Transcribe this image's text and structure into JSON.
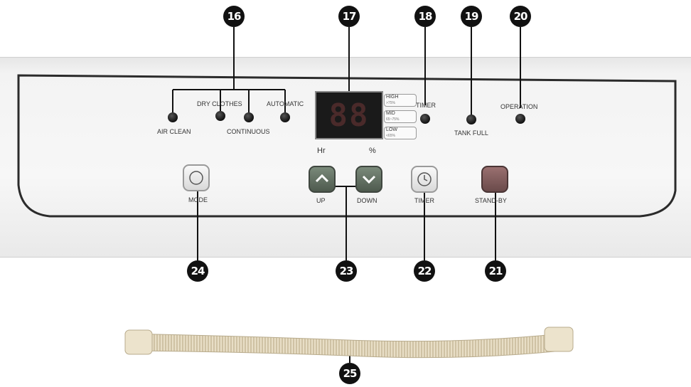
{
  "callouts": {
    "c16": "16",
    "c17": "17",
    "c18": "18",
    "c19": "19",
    "c20": "20",
    "c21": "21",
    "c22": "22",
    "c23": "23",
    "c24": "24",
    "c25": "25"
  },
  "panel": {
    "modes": {
      "dry_clothes": "DRY CLOTHES",
      "automatic": "AUTOMATIC",
      "air_clean": "AIR CLEAN",
      "continuous": "CONTINUOUS"
    },
    "display": {
      "digits": "88",
      "hr": "Hr",
      "percent": "%"
    },
    "humidity": {
      "high": "HIGH",
      "high_sub": ">75%",
      "mid": "MID",
      "mid_sub": "65~75%",
      "low": "LOW",
      "low_sub": "<65%"
    },
    "indicators": {
      "timer": "TIMER",
      "tank_full": "TANK FULL",
      "operation": "OPERATION"
    },
    "buttons": {
      "mode": "MODE",
      "up": "UP",
      "down": "DOWN",
      "timer": "TIMER",
      "standby": "STAND-BY"
    }
  },
  "colors": {
    "panel_line": "#2b2b2b",
    "callout_bg": "#111111"
  }
}
